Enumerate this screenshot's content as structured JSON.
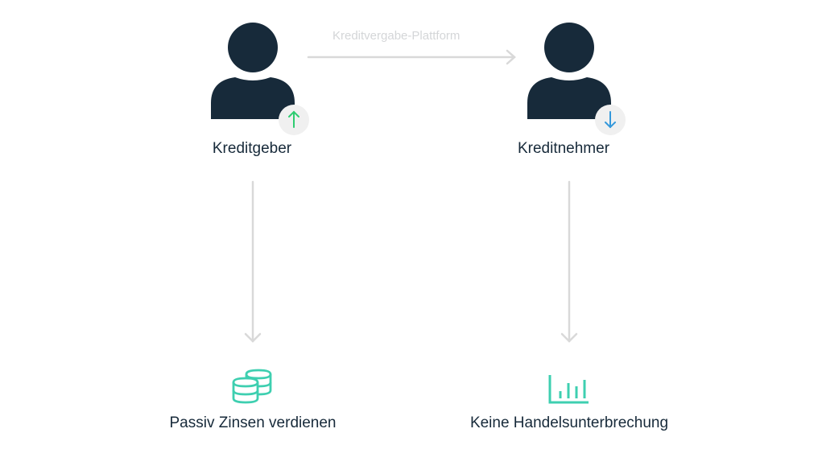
{
  "platform": {
    "label": "Kreditvergabe-Plattform",
    "arrow_icon": "arrow-right-icon"
  },
  "lender": {
    "label": "Kreditgeber",
    "icon": "user-icon",
    "badge_icon": "arrow-up-icon",
    "badge_color": "#2ecc71",
    "outcome": {
      "label": "Passiv Zinsen verdienen",
      "icon": "coins-stack-icon"
    }
  },
  "borrower": {
    "label": "Kreditnehmer",
    "icon": "user-icon",
    "badge_icon": "arrow-down-icon",
    "badge_color": "#3498db",
    "outcome": {
      "label": "Keine Handelsunterbrechung",
      "icon": "bar-chart-icon"
    }
  },
  "colors": {
    "person": "#172a3a",
    "accent": "#3ecfb0",
    "connector": "#d9d9d9",
    "badge_bg": "#f0f0f0"
  }
}
